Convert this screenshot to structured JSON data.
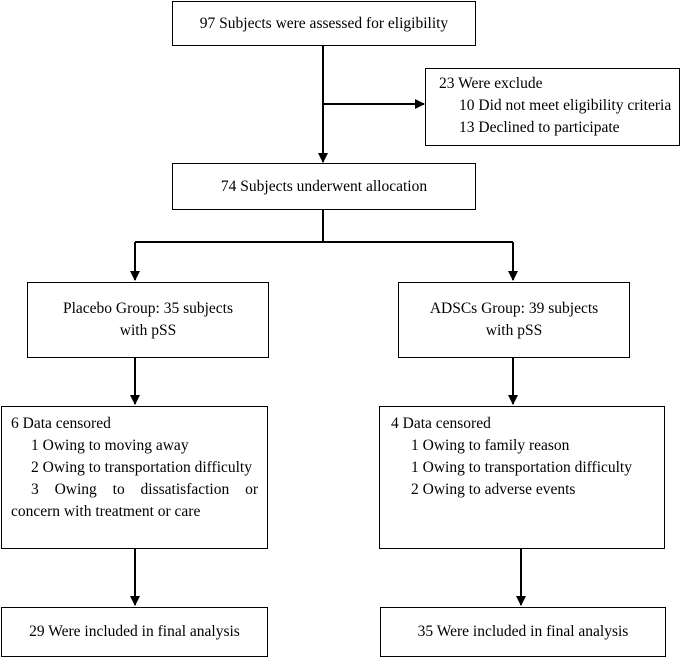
{
  "screening": {
    "assessed": "97 Subjects were assessed for eligibility"
  },
  "excluded": {
    "title": "23 Were exclude",
    "reasons": [
      "10 Did not meet eligibility criteria",
      "13 Declined to participate"
    ]
  },
  "allocation": {
    "label": "74 Subjects underwent allocation"
  },
  "placebo": {
    "group_line1": "Placebo Group: 35 subjects",
    "group_line2": "with pSS",
    "censored_title": "6 Data censored",
    "censored_reasons": [
      "1 Owing to moving away",
      "2 Owing to transportation difficulty"
    ],
    "censored_reason3_words": [
      "3",
      "Owing",
      "to",
      "dissatisfaction",
      "or"
    ],
    "censored_reason3_cont": "concern with treatment or care",
    "final": "29 Were included in final analysis"
  },
  "adscs": {
    "group_line1": "ADSCs Group: 39 subjects",
    "group_line2": "with pSS",
    "censored_title": "4 Data censored",
    "censored_reasons": [
      "1 Owing to family reason",
      "1 Owing to transportation difficulty",
      "2 Owing to adverse events"
    ],
    "final": "35 Were included in final analysis"
  },
  "colors": {
    "line": "#000000",
    "background": "#ffffff"
  }
}
